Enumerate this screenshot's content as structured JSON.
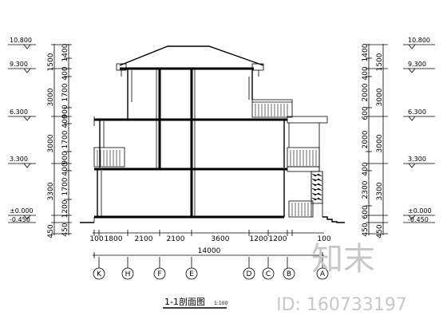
{
  "left_elevations": [
    "10.800",
    "9.300",
    "6.300",
    "3.300",
    "±0.000",
    "-0.450"
  ],
  "right_elevations": [
    "10.800",
    "9.300",
    "6.300",
    "3.300",
    "±0.000",
    "-0.450"
  ],
  "left_dims": [
    "1500",
    "1400",
    "400",
    "3000",
    "1700",
    "400",
    "900",
    "3000",
    "1700",
    "400",
    "900",
    "3300",
    "1700",
    "1200",
    "450",
    "450"
  ],
  "right_dims": [
    "1500",
    "1400",
    "400",
    "3000",
    "2000",
    "600",
    "3000",
    "2000",
    "400",
    "3300",
    "2300",
    "600",
    "450",
    "450"
  ],
  "bottom_dims": [
    "100",
    "1800",
    "2100",
    "2100",
    "3600",
    "1200",
    "1200",
    "100"
  ],
  "total_dim": "14000",
  "axis_labels": [
    "K",
    "H",
    "F",
    "E",
    "D",
    "C",
    "B",
    "A"
  ],
  "title": "1-1剖面图",
  "scale": "1:100",
  "watermark": {
    "logo": "知末",
    "id_text": "ID: 160733197"
  }
}
